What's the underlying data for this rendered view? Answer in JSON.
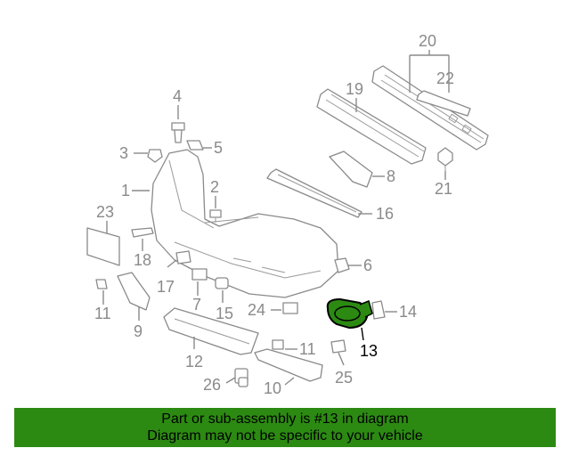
{
  "diagram": {
    "highlighted_part": "13",
    "part_numbers": [
      "20",
      "22",
      "19",
      "4",
      "5",
      "3",
      "1",
      "2",
      "8",
      "21",
      "23",
      "16",
      "18",
      "6",
      "17",
      "7",
      "15",
      "11",
      "24",
      "14",
      "9",
      "13",
      "12",
      "11",
      "25",
      "26",
      "10"
    ],
    "highlight_color": "#2c8a12"
  },
  "banner": {
    "line1": "Part or sub-assembly is #13 in diagram",
    "line2": "Diagram may not be specific to your vehicle",
    "background": "#2c8a12"
  }
}
